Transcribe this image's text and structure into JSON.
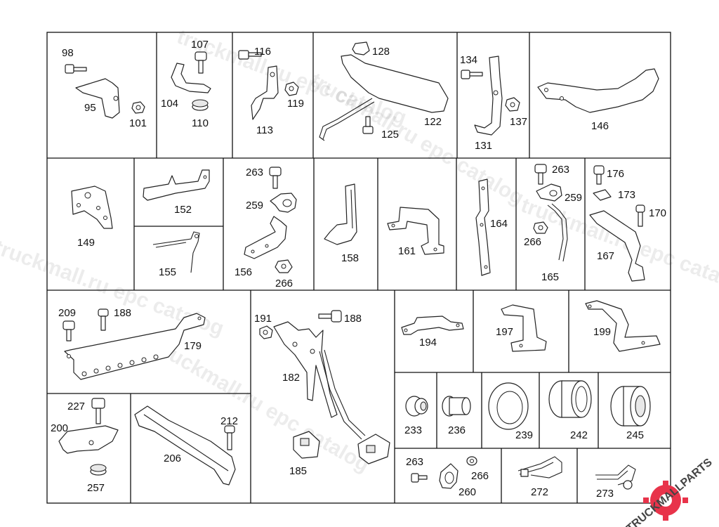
{
  "diagram": {
    "cells": [
      {
        "id": "c1",
        "labels": [
          "98",
          "95",
          "101"
        ]
      },
      {
        "id": "c2",
        "labels": [
          "107",
          "104",
          "110"
        ]
      },
      {
        "id": "c3",
        "labels": [
          "116",
          "113",
          "119"
        ]
      },
      {
        "id": "c4",
        "labels": [
          "128",
          "125",
          "122"
        ]
      },
      {
        "id": "c5",
        "labels": [
          "134",
          "131",
          "137"
        ]
      },
      {
        "id": "c6",
        "labels": [
          "146"
        ]
      },
      {
        "id": "c7",
        "labels": [
          "149"
        ]
      },
      {
        "id": "c8",
        "labels": [
          "152"
        ]
      },
      {
        "id": "c9",
        "labels": [
          "155"
        ]
      },
      {
        "id": "c10",
        "labels": [
          "263",
          "259",
          "156",
          "266"
        ]
      },
      {
        "id": "c11",
        "labels": [
          "158"
        ]
      },
      {
        "id": "c12",
        "labels": [
          "161"
        ]
      },
      {
        "id": "c13",
        "labels": [
          "164"
        ]
      },
      {
        "id": "c14",
        "labels": [
          "263",
          "259",
          "266",
          "165"
        ]
      },
      {
        "id": "c15",
        "labels": [
          "176",
          "173",
          "170",
          "167"
        ]
      },
      {
        "id": "c16",
        "labels": [
          "209",
          "188",
          "179"
        ]
      },
      {
        "id": "c17",
        "labels": [
          "191",
          "188",
          "182",
          "185"
        ]
      },
      {
        "id": "c18",
        "labels": [
          "194"
        ]
      },
      {
        "id": "c19",
        "labels": [
          "197"
        ]
      },
      {
        "id": "c20",
        "labels": [
          "199"
        ]
      },
      {
        "id": "c21",
        "labels": [
          "227",
          "200",
          "257"
        ]
      },
      {
        "id": "c22",
        "labels": [
          "212",
          "206"
        ]
      },
      {
        "id": "c23",
        "labels": [
          "233"
        ]
      },
      {
        "id": "c24",
        "labels": [
          "236"
        ]
      },
      {
        "id": "c25",
        "labels": [
          "239"
        ]
      },
      {
        "id": "c26",
        "labels": [
          "242"
        ]
      },
      {
        "id": "c27",
        "labels": [
          "245"
        ]
      },
      {
        "id": "c28",
        "labels": [
          "263",
          "266",
          "260"
        ]
      },
      {
        "id": "c29",
        "labels": [
          "272"
        ]
      },
      {
        "id": "c30",
        "labels": [
          "273"
        ]
      }
    ]
  },
  "watermark": {
    "text_a": "truckmall.ru epc catalog",
    "text_b": "truckmall.ru epc catalog"
  },
  "logo": {
    "text": "TRUCKMALLPARTS",
    "accent": "#e8334a"
  }
}
